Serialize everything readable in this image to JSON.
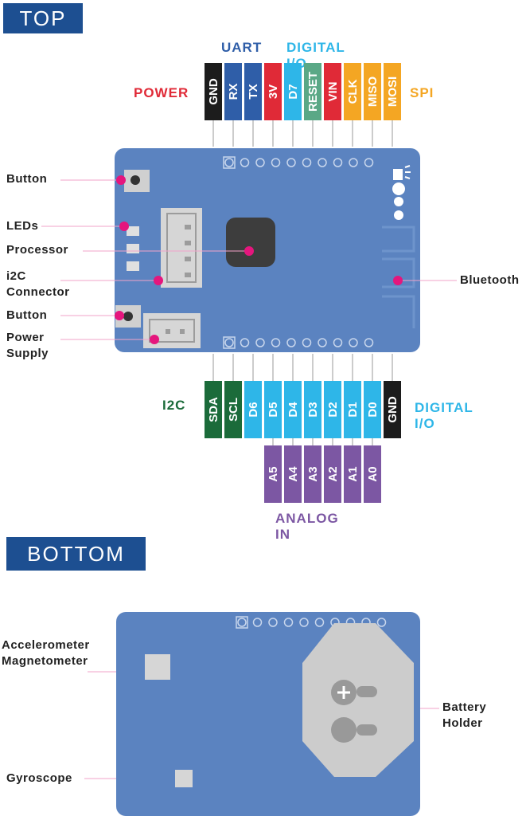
{
  "sections": {
    "top": "TOP",
    "bottom": "BOTTOM"
  },
  "colors": {
    "board": "#5b83c0",
    "banner": "#1d4f91",
    "black": "#1c1c1c",
    "blue": "#2f5ea8",
    "red": "#e02a37",
    "cyan": "#2eb6e8",
    "green": "#5aa886",
    "orange": "#f4a623",
    "dkgreen": "#1b6b3a",
    "purple": "#7c57a3",
    "magenta": "#e5167d"
  },
  "top_header": {
    "pins": [
      {
        "label": "GND",
        "color": "black"
      },
      {
        "label": "RX",
        "color": "blue"
      },
      {
        "label": "TX",
        "color": "blue"
      },
      {
        "label": "3V",
        "color": "red"
      },
      {
        "label": "D7",
        "color": "cyan"
      },
      {
        "label": "RESET",
        "color": "green"
      },
      {
        "label": "VIN",
        "color": "red"
      },
      {
        "label": "CLK",
        "color": "orange"
      },
      {
        "label": "MISO",
        "color": "orange"
      },
      {
        "label": "MOSI",
        "color": "orange"
      }
    ],
    "groups": {
      "uart": {
        "text": "UART",
        "color": "blue"
      },
      "digital_io": {
        "text": "DIGITAL I/O",
        "color": "cyan"
      },
      "power": {
        "text": "POWER",
        "color": "red"
      },
      "spi": {
        "text": "SPI",
        "color": "orange"
      }
    }
  },
  "bottom_header": {
    "pins": [
      {
        "label": "SDA",
        "color": "dkgreen"
      },
      {
        "label": "SCL",
        "color": "dkgreen"
      },
      {
        "label": "D6",
        "color": "cyan"
      },
      {
        "label": "D5",
        "color": "cyan"
      },
      {
        "label": "D4",
        "color": "cyan"
      },
      {
        "label": "D3",
        "color": "cyan"
      },
      {
        "label": "D2",
        "color": "cyan"
      },
      {
        "label": "D1",
        "color": "cyan"
      },
      {
        "label": "D0",
        "color": "cyan"
      },
      {
        "label": "GND",
        "color": "black"
      }
    ],
    "analog": [
      "A5",
      "A4",
      "A3",
      "A2",
      "A1",
      "A0"
    ],
    "groups": {
      "i2c": {
        "text": "I2C",
        "color": "dkgreen"
      },
      "digital_io": {
        "text": "DIGITAL I/O",
        "color": "cyan"
      },
      "analog_in": {
        "text": "ANALOG IN",
        "color": "purple"
      }
    }
  },
  "top_callouts": {
    "button1": "Button",
    "leds": "LEDs",
    "processor": "Processor",
    "i2c_line1": "i2C",
    "i2c_line2": "Connector",
    "button2": "Button",
    "power_line1": "Power",
    "power_line2": "Supply",
    "bluetooth": "Bluetooth"
  },
  "bottom_callouts": {
    "accel_line1": "Accelerometer",
    "accel_line2": "Magnetometer",
    "gyroscope": "Gyroscope",
    "battery_line1": "Battery",
    "battery_line2": "Holder"
  }
}
